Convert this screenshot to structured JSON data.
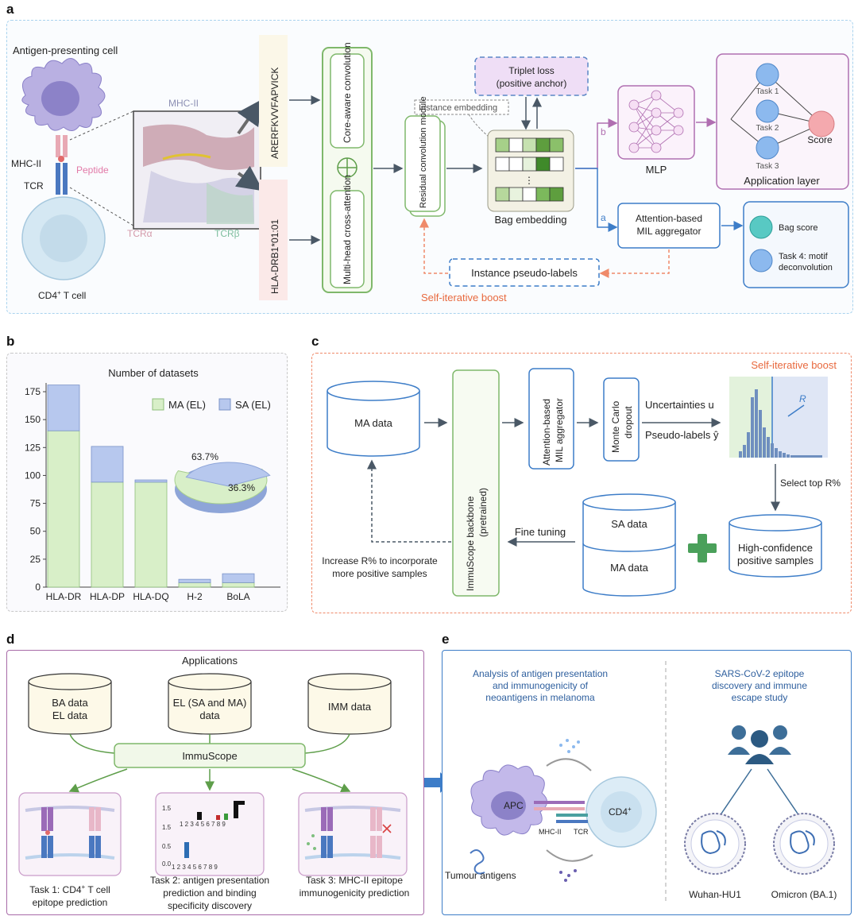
{
  "panel_letters": {
    "a": "a",
    "b": "b",
    "c": "c",
    "d": "d",
    "e": "e"
  },
  "panel_a": {
    "apc_label": "Antigen-presenting cell",
    "mhc_label": "MHC-II",
    "tcr_label": "TCR",
    "tcell_label": "CD4",
    "tcell_sup": "+",
    "tcell_suffix": " T cell",
    "structure_mhc": "MHC-II",
    "peptide_label": "Peptide",
    "tcra_label": "TCRα",
    "tcrb_label": "TCRβ",
    "peptide_seq": "ARERFKVVFAPVICK",
    "allele": "HLA-DRB1*01:01",
    "core_conv": "Core-aware convolution",
    "cross_attn": "Multi-head cross-attention",
    "residual": "Residual convolution module",
    "instance_embedding": "Instance embedding",
    "triplet_line1": "Triplet loss",
    "triplet_line2": "(positive anchor)",
    "bag_embedding": "Bag embedding",
    "bag_dots": "⋮",
    "path_b": "b",
    "path_a": "a",
    "mlp": "MLP",
    "task1": "Task 1",
    "task2": "Task 2",
    "task3": "Task 3",
    "score": "Score",
    "app_layer": "Application layer",
    "mil_line1": "Attention-based",
    "mil_line2": "MIL aggregator",
    "bag_score": "Bag score",
    "task4_line1": "Task 4: motif",
    "task4_line2": "deconvolution",
    "pseudo_labels": "Instance pseudo-labels",
    "self_boost": "Self-iterative boost"
  },
  "panel_b": {
    "title": "Number of  datasets",
    "legend_ma": "MA (EL)",
    "legend_sa": "SA (EL)",
    "pie_ma": "63.7%",
    "pie_sa": "36.3%"
  },
  "chart_data": {
    "type": "bar",
    "title": "Number of  datasets",
    "categories": [
      "HLA-DR",
      "HLA-DP",
      "HLA-DQ",
      "H-2",
      "BoLA"
    ],
    "series": [
      {
        "name": "MA (EL)",
        "values": [
          140,
          94,
          94,
          4,
          4
        ],
        "color": "#d8efc8"
      },
      {
        "name": "SA (EL)",
        "values": [
          41,
          32,
          2,
          3,
          8
        ],
        "color": "#b7c8ee"
      }
    ],
    "stacked": true,
    "ylim": [
      0,
      180
    ],
    "yticks": [
      0,
      25,
      50,
      75,
      100,
      125,
      150,
      175
    ],
    "legend": "top-right",
    "inset_pie": {
      "labels": [
        "MA (EL)",
        "SA (EL)"
      ],
      "values": [
        63.7,
        36.3
      ]
    }
  },
  "panel_c": {
    "self_boost": "Self-iterative boost",
    "ma_data": "MA data",
    "backbone_line1": "ImmuScope backbone",
    "backbone_line2": "(pretrained)",
    "mil_line1": "Attention-based",
    "mil_line2": "MIL aggregator",
    "mc_line1": "Monte Carlo",
    "mc_line2": "dropout",
    "uncertainties": "Uncertainties u",
    "pseudo": "Pseudo-labels ŷ",
    "r_label": "R",
    "select_top": "Select top R%",
    "high_conf_line1": "High-confidence",
    "high_conf_line2": "positive samples",
    "plus": "+",
    "sa_data": "SA data",
    "ma_data2": "MA data",
    "fine_tuning": "Fine tuning",
    "increase_line1": "Increase R% to incorporate",
    "increase_line2": "more positive samples"
  },
  "panel_d": {
    "title": "Applications",
    "db1_line1": "BA data",
    "db1_line2": "EL data",
    "db2_line1": "EL (SA and MA)",
    "db2_line2": "data",
    "db3": "IMM data",
    "immuscope": "ImmuScope",
    "task1_line1": "Task 1: CD4",
    "task1_sup": "+",
    "task1_suffix": " T cell",
    "task1_line2": "epitope prediction",
    "task2_line1": "Task 2: antigen presentation",
    "task2_line2": "prediction and binding",
    "task2_line3": "specificity discovery",
    "task3_line1": "Task 3: MHC-II epitope",
    "task3_line2": "immunogenicity prediction"
  },
  "panel_e": {
    "left_line1": "Analysis of antigen presentation",
    "left_line2": "and immunogenicity of",
    "left_line3": "neoantigens in melanoma",
    "right_line1": "SARS-CoV-2 epitope",
    "right_line2": "discovery and immune",
    "right_line3": "escape study",
    "apc": "APC",
    "cd4": "CD4",
    "cd4_sup": "+",
    "mhc": "MHC-II",
    "tcr": "TCR",
    "tumour": "Tumour antigens",
    "wuhan": "Wuhan-HU1",
    "omicron": "Omicron (BA.1)"
  }
}
